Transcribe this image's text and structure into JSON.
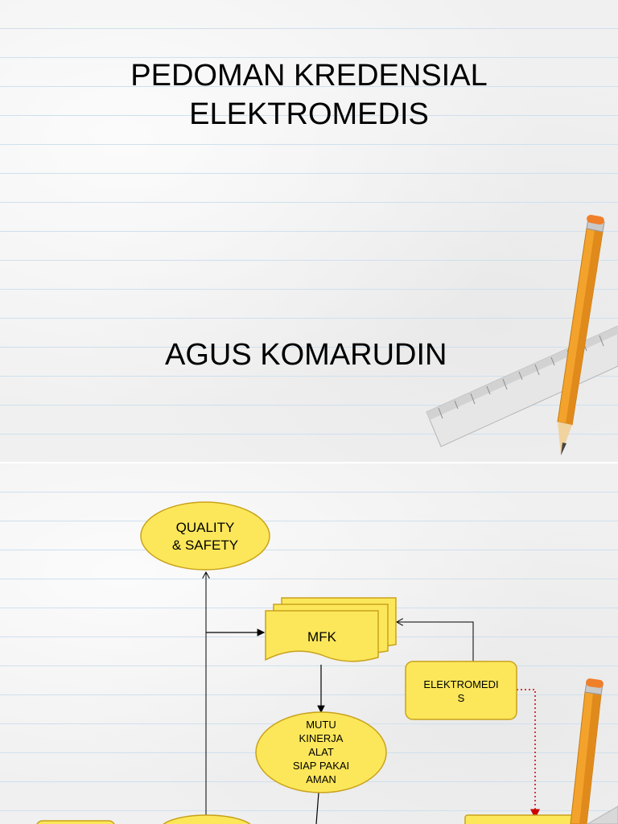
{
  "slide1": {
    "title_line1": "PEDOMAN KREDENSIAL",
    "title_line2": "ELEKTROMEDIS",
    "author": "AGUS KOMARUDIN"
  },
  "slide2": {
    "node_quality_line1": "QUALITY",
    "node_quality_line2": "& SAFETY",
    "node_mfk": "MFK",
    "node_elektromedis_line1": "ELEKTROMEDI",
    "node_elektromedis_line2": "S",
    "node_mutu_lines": [
      "MUTU",
      "KINERJA",
      "ALAT",
      "SIAP PAKAI",
      "AMAN"
    ]
  },
  "colors": {
    "shape_fill": "#fce75a",
    "shape_stroke": "#c9a21a",
    "pencil": "#f3a32c",
    "dotted_connector": "#cc0000"
  }
}
